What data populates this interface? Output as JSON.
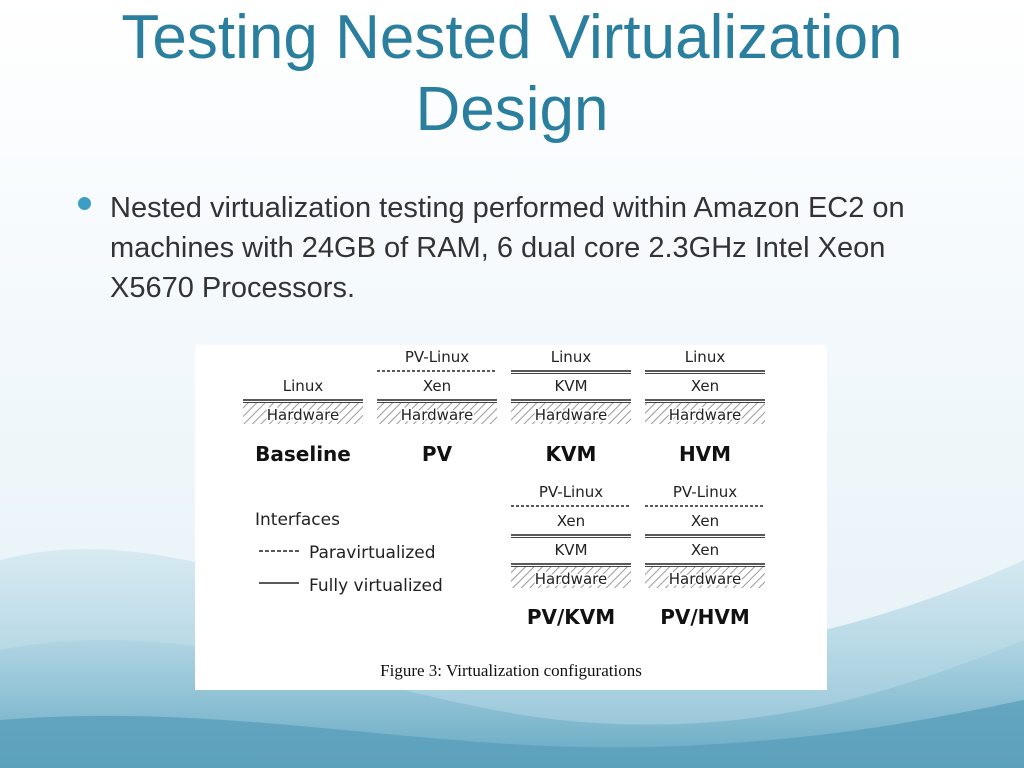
{
  "slide": {
    "title_line1": "Testing Nested Virtualization",
    "title_line2": "Design",
    "bullet": "Nested virtualization testing performed within Amazon EC2 on machines with 24GB of RAM, 6 dual core 2.3GHz Intel Xeon X5670 Processors."
  },
  "figure": {
    "caption": "Figure 3: Virtualization configurations",
    "legend": {
      "title": "Interfaces",
      "paravirtualized": "Paravirtualized",
      "fully_virtualized": "Fully virtualized"
    },
    "configs": [
      {
        "name": "Baseline",
        "layers": [
          "Linux",
          "Hardware"
        ],
        "interfaces": [
          "full"
        ]
      },
      {
        "name": "PV",
        "layers": [
          "PV-Linux",
          "Xen",
          "Hardware"
        ],
        "interfaces": [
          "para",
          "full"
        ]
      },
      {
        "name": "KVM",
        "layers": [
          "Linux",
          "KVM",
          "Hardware"
        ],
        "interfaces": [
          "full",
          "full"
        ]
      },
      {
        "name": "HVM",
        "layers": [
          "Linux",
          "Xen",
          "Hardware"
        ],
        "interfaces": [
          "full",
          "full"
        ]
      },
      {
        "name": "PV/KVM",
        "layers": [
          "PV-Linux",
          "Xen",
          "KVM",
          "Hardware"
        ],
        "interfaces": [
          "para",
          "full",
          "full"
        ]
      },
      {
        "name": "PV/HVM",
        "layers": [
          "PV-Linux",
          "Xen",
          "Xen",
          "Hardware"
        ],
        "interfaces": [
          "para",
          "full",
          "full"
        ]
      }
    ]
  },
  "colors": {
    "title": "#2b7f9e",
    "bullet": "#3d9ec4",
    "text": "#333333"
  }
}
